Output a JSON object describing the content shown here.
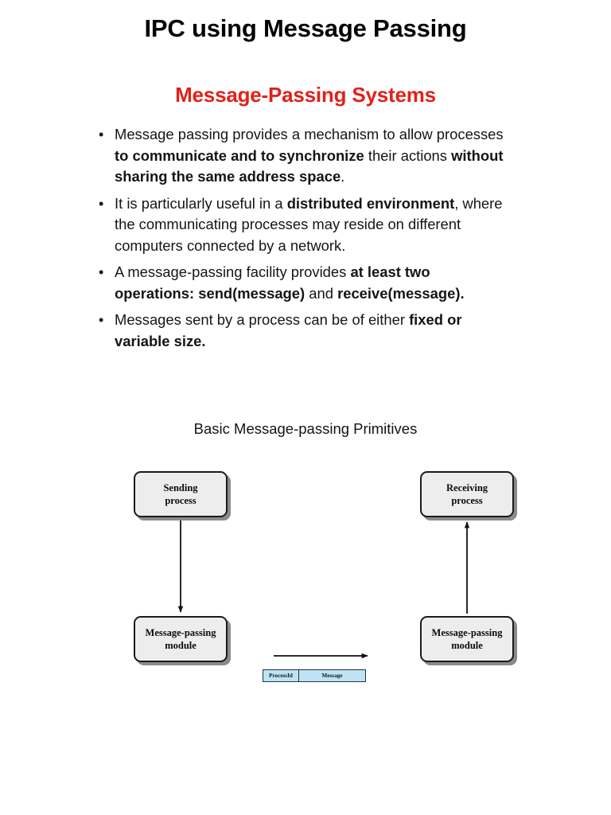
{
  "slide": {
    "title": "IPC using Message Passing",
    "section_heading": "Message-Passing Systems",
    "heading_color": "#E2211A",
    "background_color": "#FFFFFF"
  },
  "bullets": [
    {
      "marker": "•",
      "parts": [
        {
          "text": "Message passing provides a mechanism to allow processes ",
          "bold": false
        },
        {
          "text": "to communicate and to synchronize",
          "bold": true
        },
        {
          "text": " their actions ",
          "bold": false
        },
        {
          "text": "without sharing the same address space",
          "bold": true
        },
        {
          "text": ".",
          "bold": false
        }
      ]
    },
    {
      "marker": "•",
      "parts": [
        {
          "text": "It is particularly useful in a ",
          "bold": false
        },
        {
          "text": "distributed environment",
          "bold": true
        },
        {
          "text": ", where the communicating processes may reside on different computers connected by a network.",
          "bold": false
        }
      ]
    },
    {
      "marker": "•",
      "parts": [
        {
          "text": "A message-passing facility provides ",
          "bold": false
        },
        {
          "text": "at least two operations: send(message)",
          "bold": true
        },
        {
          "text": " and ",
          "bold": false
        },
        {
          "text": "receive(message).",
          "bold": true
        }
      ]
    },
    {
      "marker": "•",
      "parts": [
        {
          "text": "Messages sent by a process can be of either ",
          "bold": false
        },
        {
          "text": "fixed or variable size.",
          "bold": true
        }
      ]
    }
  ],
  "figure": {
    "caption": "Basic Message-passing Primitives",
    "nodes": {
      "sending_process": "Sending\nprocess",
      "receiving_process": "Receiving\nprocess",
      "module_left": "Message-passing\nmodule",
      "module_right": "Message-passing\nmodule"
    },
    "node_labels": {
      "sending_process_line1": "Sending",
      "sending_process_line2": "process",
      "receiving_process_line1": "Receiving",
      "receiving_process_line2": "process",
      "module_left_line1": "Message-passing",
      "module_left_line2": "module",
      "module_right_line1": "Message-passing",
      "module_right_line2": "module"
    },
    "packet": {
      "process_id_label": "ProcessId",
      "message_label": "Message",
      "fill_color": "#BDE3F5",
      "border_color": "#23323C"
    },
    "arrows": [
      {
        "name": "sending-to-module",
        "direction": "down"
      },
      {
        "name": "module-to-receiving",
        "direction": "up"
      },
      {
        "name": "network-transfer",
        "direction": "right"
      }
    ],
    "box_fill_color": "#EDEDED",
    "box_border_color": "#1A1A1A",
    "box_shadow_color": "#8B8B8B"
  }
}
